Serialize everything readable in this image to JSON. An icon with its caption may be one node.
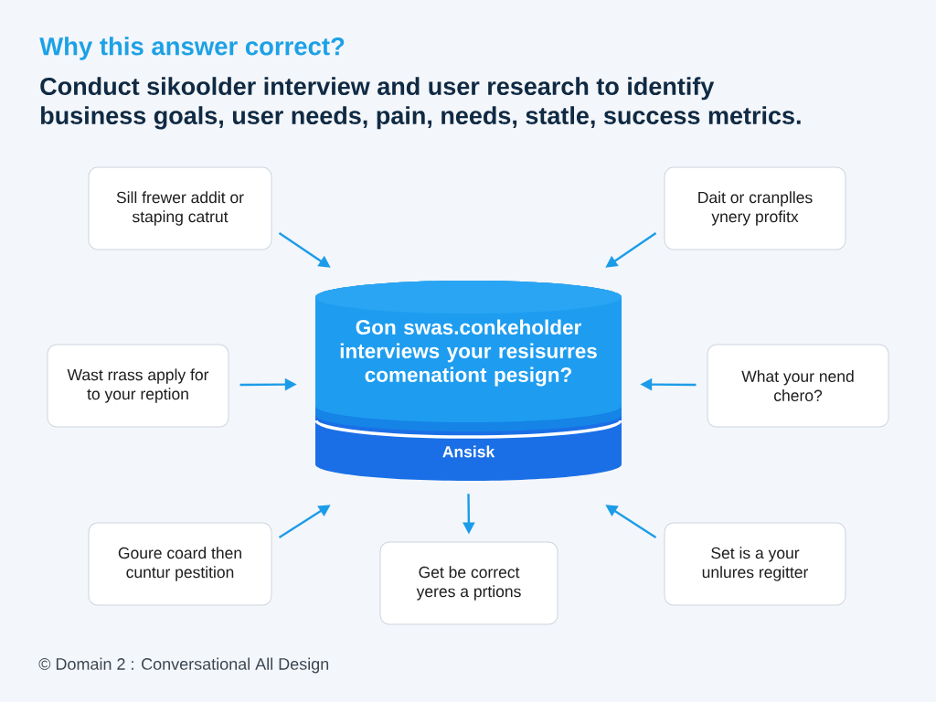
{
  "diagram": {
    "title": "Why this answer correct?",
    "nodes": [
      {
        "text": [
          "Sill frewer addit or staping catrut"
        ]
      },
      {
        "text": [
          "Dait or cranplles ynery profitx"
        ]
      },
      {
        "text": [
          "Gon swas.conkeholder interviews your resisurres comenationt pesign?",
          "Ansisk"
        ]
      },
      {
        "text": [
          "Wast rrass apply for to your reption"
        ]
      },
      {
        "text": [
          "What your nend chero?"
        ]
      },
      {
        "text": [
          "Goure coard then cuntur pestition"
        ]
      },
      {
        "text": [
          "Get be correct yeres a prtions"
        ]
      },
      {
        "text": [
          "Set is a your unlures regitter"
        ]
      }
    ],
    "edges": [
      {
        "from": 0,
        "to": 2,
        "arrow": "to"
      },
      {
        "from": 1,
        "to": 2,
        "arrow": "to"
      },
      {
        "from": 3,
        "to": 2,
        "arrow": "to"
      },
      {
        "from": 4,
        "to": 2,
        "arrow": "to"
      },
      {
        "from": 5,
        "to": 2,
        "arrow": "to"
      },
      {
        "from": 2,
        "to": 6,
        "arrow": "to"
      },
      {
        "from": 7,
        "to": 2,
        "arrow": "to"
      }
    ],
    "labels": [
      "Conduct sikoolder interview and user research to identify business goals, user needs, pain, needs, statle, success metrics.",
      "© Domain 2 : Conversational All Design"
    ]
  }
}
